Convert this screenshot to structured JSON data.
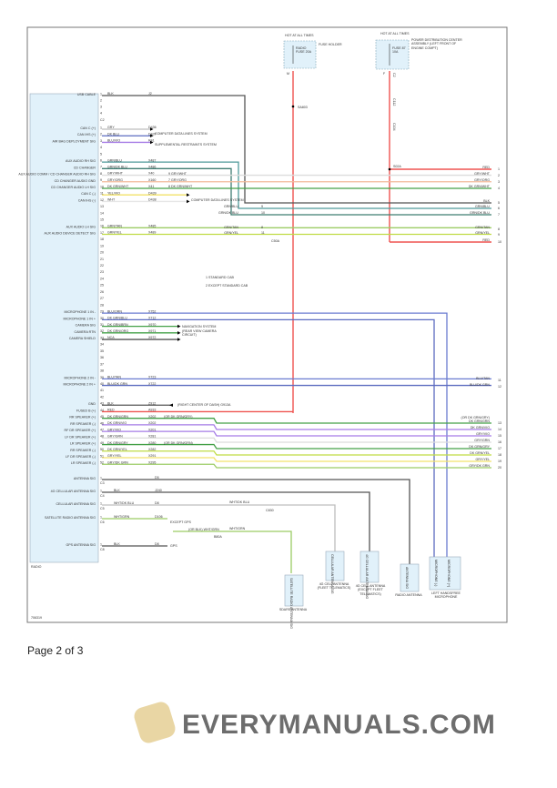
{
  "diagram_id": "706319",
  "page": "Page 2 of 3",
  "watermark": "EVERYMANUALS.COM",
  "colors": {
    "red": "#ef5350",
    "gry": "#bdbdbd",
    "dkblu": "#5c6bc0",
    "bluvio": "#a67ce6",
    "grnblu": "#4f9a9a",
    "grndkblu": "#3f7d72",
    "grywht": "#dcdcdc",
    "gryorg": "#f2b99a",
    "dkgrnwht": "#43a047",
    "yelvio": "#f2e26a",
    "wht": "#e6e6e6",
    "grntan": "#9ccc65",
    "grnyel": "#c0dc45",
    "blu": "#6a7bd0",
    "blk": "#555555",
    "box": "#e1f1fa"
  },
  "fuses": [
    {
      "hot": "HOT AT ALL TIMES",
      "name": "RADIO FUSE 20A",
      "holder": "FUSE HOLDER",
      "pin": "M",
      "wire": "RED",
      "splice": "SA803"
    },
    {
      "hot": "HOT AT ALL TIMES",
      "name": "FUSE 87 10A",
      "holder": "POWER DISTRIBUTION CENTER ASSEMBLY (LEFT FRONT OF ENGINE COMPT)",
      "pin": "F",
      "wire": "RED",
      "conn1": "C2",
      "conn2": "C112",
      "conn3": "C104",
      "splice": "S02A"
    }
  ],
  "radio": {
    "label": "RADIO",
    "connectors": {
      "c2": "C2",
      "c3": "C3",
      "c4": "C4",
      "c5": "C5",
      "c6": "C6",
      "c8": "C8"
    },
    "c1_pins": [
      {
        "pin": "1",
        "label": "USB CABLE",
        "wire": "BLK",
        "circuit": "J2",
        "color": "blk",
        "to": 5,
        "turn": 269
      },
      {
        "pin": "2"
      },
      {
        "pin": "3"
      },
      {
        "pin": "4"
      }
    ],
    "c2_pins": [
      {
        "pin": "1",
        "label": "CAN C (+)",
        "wire": "GRY",
        "circuit": "D436",
        "color": "gry",
        "arrow": 1
      },
      {
        "pin": "2",
        "label": "CAN IHS (+)",
        "wire": "DK BLU",
        "circuit": "D437",
        "color": "dkblu",
        "arrow": 1
      },
      {
        "pin": "3",
        "label": "AIR BAG DEPLOYMENT SIG",
        "wire": "BLU/VIO",
        "circuit": "R41",
        "color": "bluvio",
        "arrow": 2
      },
      {
        "pin": "4"
      },
      {
        "pin": "5"
      },
      {
        "pin": "6",
        "label": "AUX AUDIO RH SIG",
        "wire": "GRN/BLU",
        "circuit": "X487",
        "color": "grnblu",
        "to": 6,
        "turn": 262
      },
      {
        "pin": "7",
        "label": "CD CHANGER",
        "wire": "GRN/DK BLU",
        "circuit": "X486",
        "color": "grndkblu",
        "to": 7,
        "turn": 254
      },
      {
        "pin": "8",
        "label": "AUX AUDIO COMM / CD CHANGER AUDIO RH SIG",
        "wire": "GRY/WHT",
        "circuit": "X40",
        "color": "grywht",
        "to": 2
      },
      {
        "pin": "9",
        "label": "CD CHANGER AUDIO GND",
        "wire": "GRY/ORG",
        "circuit": "X160",
        "color": "gryorg",
        "to": 3
      },
      {
        "pin": "10",
        "label": "CD CHANGER AUDIO LH SIG",
        "wire": "DK GRN/WHT",
        "circuit": "X41",
        "color": "dkgrnwht",
        "to": 4
      },
      {
        "pin": "11",
        "label": "CAN C (-)",
        "wire": "YEL/VIO",
        "circuit": "D439",
        "color": "yelvio",
        "arrow": 3
      },
      {
        "pin": "12",
        "label": "CAN IHS (-)",
        "wire": "WHT",
        "circuit": "D438",
        "color": "wht",
        "arrow": 3
      },
      {
        "pin": "13"
      },
      {
        "pin": "14"
      },
      {
        "pin": "15"
      },
      {
        "pin": "16",
        "label": "AUX AUDIO LH SIG",
        "wire": "GRN/TAN",
        "circuit": "X485",
        "color": "grntan",
        "to": 8
      },
      {
        "pin": "17",
        "label": "AUX AUDIO DEVICE DETECT SIG",
        "wire": "GRN/YEL",
        "circuit": "X489",
        "color": "grnyel",
        "to": 9
      },
      {
        "pin": "18"
      },
      {
        "pin": "19"
      },
      {
        "pin": "20"
      },
      {
        "pin": "21"
      },
      {
        "pin": "22"
      },
      {
        "pin": "23"
      },
      {
        "pin": "24"
      },
      {
        "pin": "25"
      },
      {
        "pin": "26"
      },
      {
        "pin": "27"
      },
      {
        "pin": "28"
      },
      {
        "pin": "29",
        "label": "MICROPHONE 1 IN -",
        "wire": "BLU/ORN",
        "circuit": "X752",
        "color": "blu",
        "mic": 491
      },
      {
        "pin": "30",
        "label": "MICROPHONE 1 IN +",
        "wire": "DK GRN/BLU",
        "circuit": "X712",
        "color": "dkblu",
        "mic": 477
      },
      {
        "pin": "31",
        "label": "CAMERA SIG",
        "wire": "DK GRN/BRN",
        "circuit": "X970",
        "color": "dkgrnwht",
        "arrow": 4
      },
      {
        "pin": "32",
        "label": "CAMERA RTN",
        "wire": "DK GRN/ORG",
        "circuit": "X971",
        "color": "dkgrnwht",
        "arrow": 4
      },
      {
        "pin": "33",
        "label": "CAMERA SHIELD",
        "wire": "NCA",
        "circuit": "X972",
        "color": "blk",
        "arrow": 4
      },
      {
        "pin": "34"
      },
      {
        "pin": "35"
      },
      {
        "pin": "36"
      },
      {
        "pin": "37"
      },
      {
        "pin": "38"
      },
      {
        "pin": "39",
        "label": "MICROPHONE 2 IN -",
        "wire": "BLU/TAN",
        "circuit": "X723",
        "color": "blu",
        "to": 11
      },
      {
        "pin": "40",
        "label": "MICROPHONE 2 IN +",
        "wire": "BLU/DK GRN",
        "circuit": "X722",
        "color": "dkblu",
        "to": 12
      },
      {
        "pin": "41"
      },
      {
        "pin": "42"
      },
      {
        "pin": "43",
        "label": "GND",
        "wire": "BLK",
        "circuit": "Z912",
        "color": "blk",
        "ground": 1
      },
      {
        "pin": "44",
        "label": "FUSED B (+)",
        "wire": "RED",
        "circuit": "A933",
        "color": "red",
        "fused": 1
      },
      {
        "pin": "45",
        "label": "RR SPEAKER (+)",
        "wire": "DK GRN/GRN",
        "circuit": "X202",
        "color": "dkgrnwht",
        "to": 13,
        "alt": "(OR DK GRN/GRY)"
      },
      {
        "pin": "46",
        "label": "RR SPEAKER (-)",
        "wire": "DK GRN/VIO",
        "circuit": "X202",
        "color": "bluvio",
        "to": 14
      },
      {
        "pin": "47",
        "label": "RF DR SPEAKER (+)",
        "wire": "GRY/VIO",
        "circuit": "X201",
        "color": "bluvio",
        "to": 15
      },
      {
        "pin": "48",
        "label": "LF DR SPEAKER (+)",
        "wire": "GRY/GRN",
        "circuit": "X281",
        "color": "grywht",
        "to": 16
      },
      {
        "pin": "49",
        "label": "LR SPEAKER (+)",
        "wire": "DK GRN/GRY",
        "circuit": "X280",
        "color": "dkgrnwht",
        "to": 17,
        "alt": "(OR DK GRN/GRN)"
      },
      {
        "pin": "50",
        "label": "RR SPEAKER (-)",
        "wire": "DK GRN/YEL",
        "circuit": "X282",
        "color": "grnyel",
        "to": 18
      },
      {
        "pin": "51",
        "label": "LF DR SPEAKER (-)",
        "wire": "GRY/YEL",
        "circuit": "X291",
        "color": "yelvio",
        "to": 19
      },
      {
        "pin": "52",
        "label": "LR SPEAKER (-)",
        "wire": "GRY/DK GRN",
        "circuit": "X295",
        "color": "grntan",
        "to": 20
      }
    ],
    "antenna_pins": [
      {
        "conn": "C3",
        "pin": "1",
        "label": "ANTENNA SIG",
        "wire": "",
        "circuit": "D5",
        "color": "blk",
        "down": 450
      },
      {
        "conn": "C4",
        "pin": "1",
        "label": "4G CELLULAR ANTENNA SIG",
        "wire": "BLK",
        "circuit": "J240",
        "color": "blk",
        "down": 406
      },
      {
        "conn": "C5",
        "pin": "1",
        "label": "CELLULAR ANTENNA SIG",
        "wire": "WHT/DK BLU",
        "circuit": "D8",
        "color": "gry",
        "down": 368
      },
      {
        "conn": "C6",
        "pin": "1",
        "label": "SATELLITE RADIO ANTENNA SIG",
        "wire": "WHT/GRN",
        "circuit": "D106",
        "color": "grntan",
        "down": 320
      },
      {
        "conn": "C8",
        "pin": "1",
        "label": "GPS ANTENNA SIG",
        "wire": "BLK",
        "circuit": "D8",
        "color": "blk"
      }
    ]
  },
  "destinations": [
    "COMPUTER DATA LINES SYSTEM",
    "SUPPLEMENTAL RESTRAINTS SYSTEM",
    "COMPUTER DATA LINES SYSTEM",
    "NAVIGATION SYSTEM (REAR VIEW CAMERA CIRCUIT)"
  ],
  "ground_label": "(RIGHT CENTER OF DASH) G913A",
  "legend": [
    "1 STANDARD CAB",
    "2 EXCEPT STANDARD CAB"
  ],
  "inline_connector": {
    "name": "C50A",
    "pins": [
      "9 GRY/WHT",
      "7 GRY/ORG",
      "8 DK GRN/WHT"
    ]
  },
  "inline_connector2": {
    "name": "C50A",
    "pins": [
      {
        "pin": "9",
        "wire": "GRN/BLU"
      },
      {
        "pin": "10",
        "wire": "GRN/DK BLU"
      },
      {
        "pin": "8",
        "wire": "GRN/TAN"
      },
      {
        "pin": "11",
        "wire": "GRN/YEL"
      }
    ]
  },
  "right_connector": {
    "pins": [
      {
        "pin": "1",
        "wire": "RED"
      },
      {
        "pin": "2",
        "wire": "GRY/WHT"
      },
      {
        "pin": "3",
        "wire": "GRY/ORG"
      },
      {
        "pin": "4",
        "wire": "DK GRN/WHT"
      },
      {
        "pin": "5",
        "wire": "BLK"
      },
      {
        "pin": "6",
        "wire": "GRN/BLU"
      },
      {
        "pin": "7",
        "wire": "GRN/DK BLU"
      },
      {
        "pin": "8",
        "wire": "GRN/TAN"
      },
      {
        "pin": "9",
        "wire": "GRN/YEL"
      },
      {
        "pin": "10",
        "wire": "RED"
      },
      {
        "pin": "11",
        "wire": "BLU/TAN"
      },
      {
        "pin": "12",
        "wire": "BLU/DK GRN"
      },
      {
        "pin": "13",
        "wire": "DK GRN/GRN",
        "alt": "(OR DK GRN/GRY)"
      },
      {
        "pin": "14",
        "wire": "DK GRN/VIO"
      },
      {
        "pin": "15",
        "wire": "GRY/VIO"
      },
      {
        "pin": "16",
        "wire": "GRY/GRN"
      },
      {
        "pin": "17",
        "wire": "DK GRN/GRY"
      },
      {
        "pin": "18",
        "wire": "DK GRN/YEL"
      },
      {
        "pin": "19",
        "wire": "GRY/YEL"
      },
      {
        "pin": "20",
        "wire": "GRY/DK GRN"
      }
    ]
  },
  "gps_switch": {
    "except_gps": "EXCEPT GPS",
    "gps": "GPS",
    "alt": "(OR BLK) WHT/GRN"
  },
  "inline_antenna": [
    {
      "pin": "2",
      "wire": "WHT/DK BLU",
      "pin2": "1",
      "wire2": "BLK",
      "conn": "C830"
    },
    {
      "pin": "1",
      "wire": "WHT/GRN",
      "conn": "B80A",
      "pin2": "1",
      "wire2": "BLK",
      "conn2": "C830"
    }
  ],
  "components": [
    {
      "name": "SDARS ANTENNA",
      "pins": [
        "SATELLITE RADIO ANTENNA SIG"
      ],
      "wire": "BLK"
    },
    {
      "name": "4G CELL ANTENNA (FLEET TELEMATICS)",
      "pins": [
        "CELLULAR ANTENNA SIG"
      ],
      "wire": "BLK"
    },
    {
      "name": "4G CELL ANTENNA (EXCEPT FLEET TELEMATICS)",
      "pins": [
        "4G CELLULAR ANTENNA SIG"
      ],
      "wire": "BLK"
    },
    {
      "name": "RADIO ANTENNA",
      "pins": [
        "ANTENNA SIG"
      ],
      "wire": "BLK"
    },
    {
      "name": "LEFT HANDSFREE MICROPHONE",
      "pins": [
        "MICROPHONE (-)",
        "MICROPHONE (+)"
      ],
      "wires": [
        "DK GRN/BLU",
        "BLU/ORN"
      ]
    }
  ]
}
